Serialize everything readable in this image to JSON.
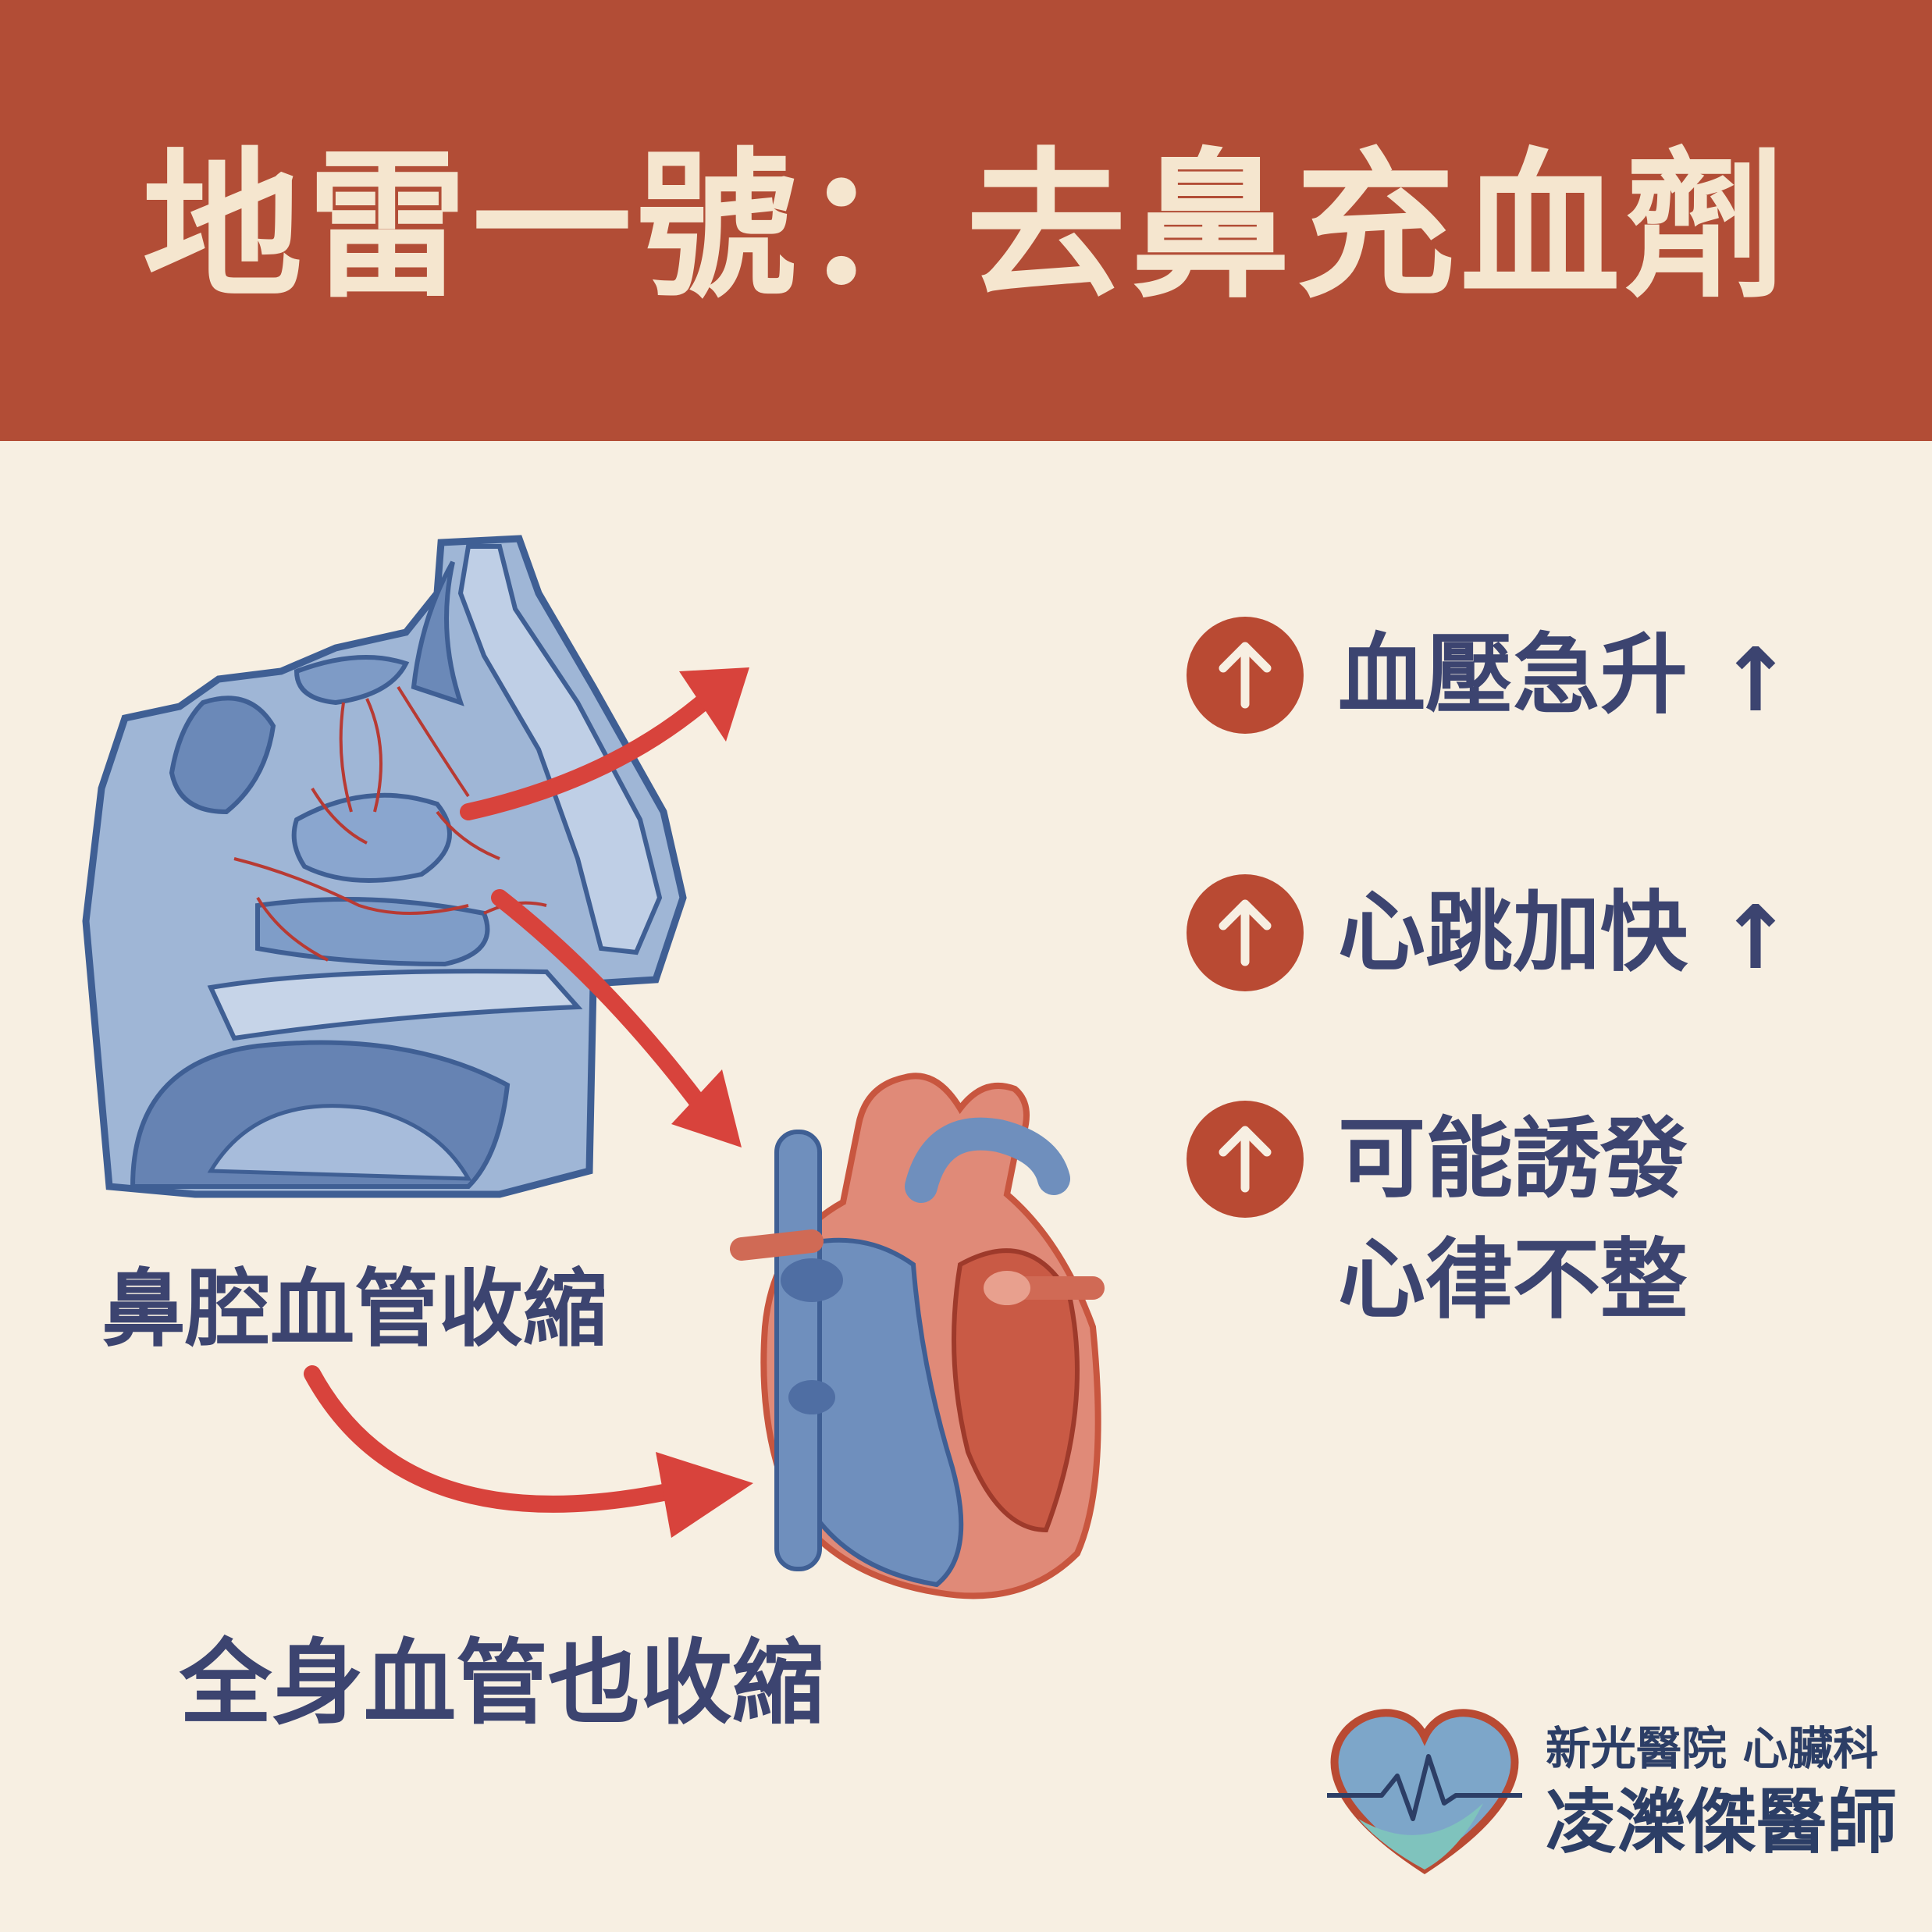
{
  "header": {
    "title": "地雷一號：去鼻充血劑"
  },
  "effects": [
    {
      "line1": "血壓急升",
      "line2": "",
      "suffix": "↑",
      "icon": "up-arrow-icon"
    },
    {
      "line1": "心跳加快",
      "line2": "",
      "suffix": "↑",
      "icon": "up-arrow-icon"
    },
    {
      "line1": "可能誘發",
      "line2": "心律不整",
      "suffix": "",
      "icon": "up-arrow-icon"
    }
  ],
  "labels": {
    "nasal": "鼻腔血管收縮",
    "systemic": "全身血管也收縮"
  },
  "brand": {
    "line1": "新光醫院 心臟科",
    "line2": "凌濼傑醫師",
    "logo": "heart-ecg-logo"
  },
  "colors": {
    "header_bg": "#b24d36",
    "title_text": "#f5e6cf",
    "background": "#f7efe2",
    "text": "#3c4470",
    "badge": "#b94a33",
    "arrow": "#d8433c",
    "vessel_blue": "#6f8fbd",
    "vessel_red": "#c95a45"
  }
}
